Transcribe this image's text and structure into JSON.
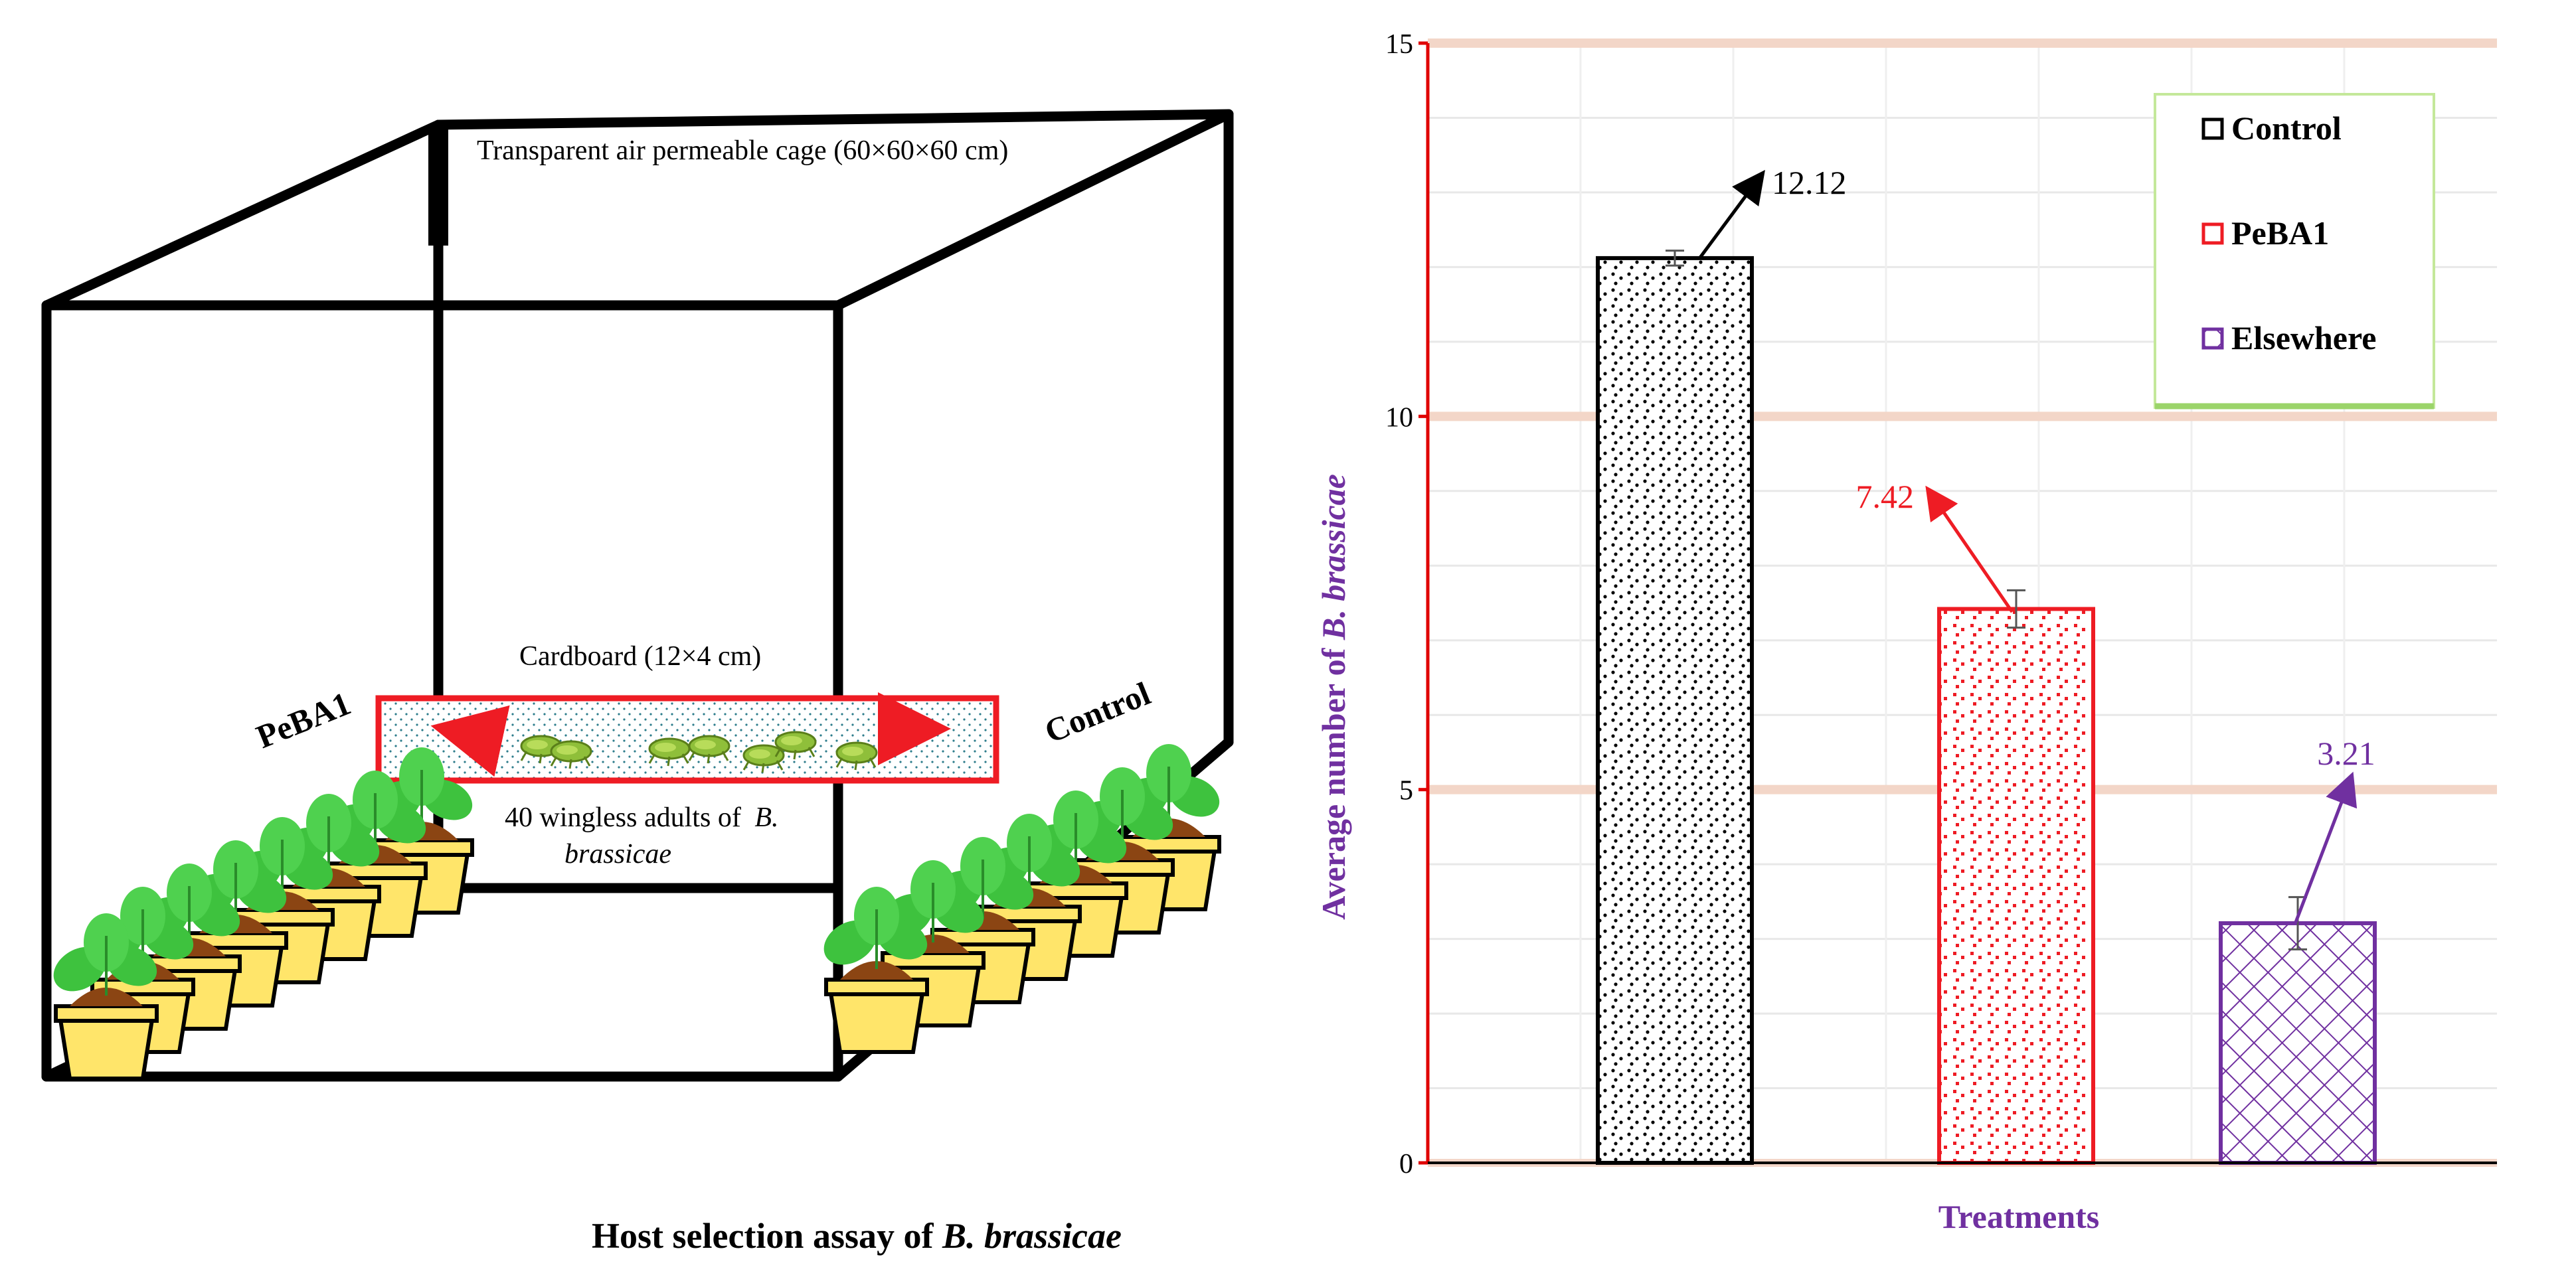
{
  "cage": {
    "cage_label": "Transparent  air permeable cage (60×60×60 cm)",
    "cardboard_label": "Cardboard (12×4 cm)",
    "adults_label_line1": "40 wingless adults of",
    "adults_label_italic1": "B.",
    "adults_label_line2": "brassicae",
    "left_group_label": "PeBA1",
    "right_group_label": "Control"
  },
  "caption": {
    "prefix": "Host selection assay of ",
    "italic": "B. brassicae"
  },
  "colors": {
    "control": "#000000",
    "peba1": "#ee1c24",
    "elsewhere": "#7030a0",
    "axis_red": "#e00000",
    "axis_title": "#7030a0",
    "pot": "#ffe56a",
    "leaf": "#3ec23e",
    "soil": "#8b4513"
  },
  "chart_data": {
    "type": "bar",
    "categories": [
      "Control",
      "PeBA1",
      "Elsewhere"
    ],
    "values": [
      12.12,
      7.42,
      3.21
    ],
    "errors": [
      0.1,
      0.25,
      0.35
    ],
    "data_labels": [
      "12.12",
      "7.42",
      "3.21"
    ],
    "xlabel": "Treatments",
    "ylabel_prefix": "Average number  of ",
    "ylabel_italic": "B. brassicae",
    "ylim": [
      0,
      15
    ],
    "yticks": [
      0,
      5,
      10,
      15
    ],
    "ytick_labels": [
      "0",
      "5",
      "10",
      "15"
    ],
    "grid": true,
    "legend": {
      "placement": "top-right",
      "entries": [
        "Control",
        "PeBA1",
        "Elsewhere"
      ]
    }
  }
}
